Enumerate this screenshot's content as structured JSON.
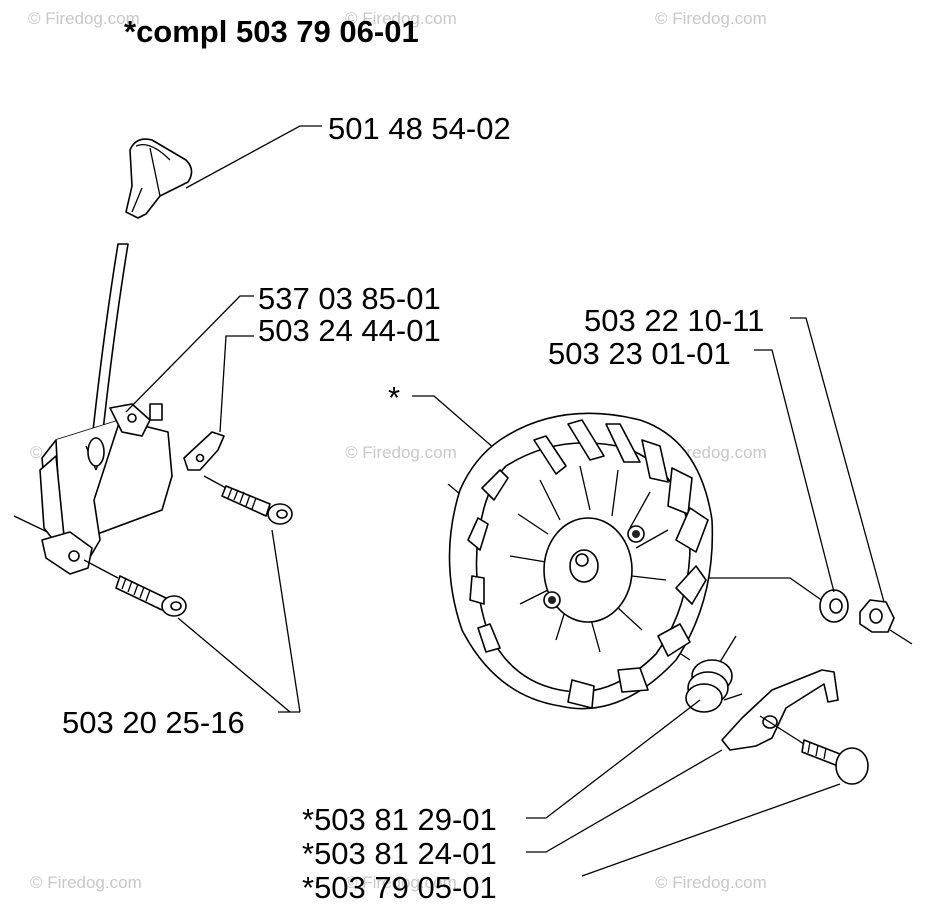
{
  "title": "*compl 503 79 06-01",
  "watermark": "© Firedog.com",
  "labels": {
    "spark_cap": "501 48 54-02",
    "coil": "537 03 85-01",
    "bracket": "503 24 44-01",
    "screws": "503 20 25-16",
    "nut": "503 22 10-11",
    "washer": "503 23 01-01",
    "flywheel_star": "*",
    "spring": "*503 81 29-01",
    "pawl": "*503 81 24-01",
    "pin": "*503 79 05-01"
  }
}
